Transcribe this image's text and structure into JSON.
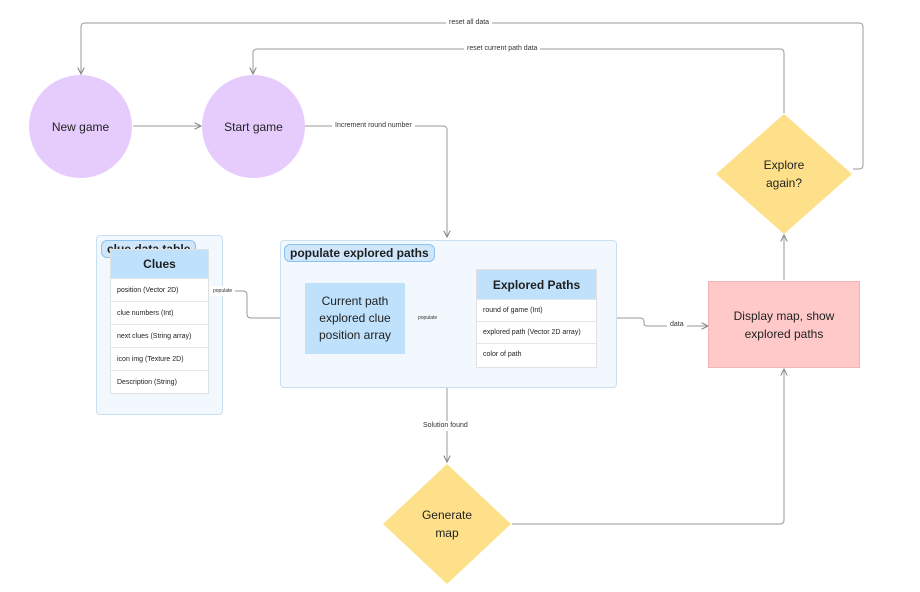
{
  "nodes": {
    "new_game": "New game",
    "start_game": "Start game",
    "explore_again_line1": "Explore",
    "explore_again_line2": "again?",
    "display_map_line1": "Display map, show",
    "display_map_line2": "explored paths",
    "generate_map_line1": "Generate",
    "generate_map_line2": "map",
    "current_path_line1": "Current path",
    "current_path_line2": "explored clue",
    "current_path_line3": "position array"
  },
  "edges": {
    "reset_all": "reset all data",
    "reset_current": "reset current path data",
    "increment_round": "Increment round number",
    "solution_found": "Solution found",
    "data": "data",
    "populate_1": "populate",
    "populate_2": "populate"
  },
  "sections": {
    "clue_section_title": "clue data table",
    "explored_section_title": "populate explored paths"
  },
  "tables": {
    "clues": {
      "title": "Clues",
      "rows": [
        "position (Vector 2D)",
        "clue numbers (Int)",
        "next clues (String array)",
        "icon img (Texture 2D)",
        "Description (String)"
      ]
    },
    "explored_paths": {
      "title": "Explored Paths",
      "rows": [
        "round of game (Int)",
        "explored path (Vector 2D array)",
        "color of path"
      ]
    }
  },
  "colors": {
    "circle": "#e6ccfd",
    "diamond": "#ffe08a",
    "table_header": "#bfe1fb",
    "display_box": "#ffc9c9",
    "line": "#9a9a9a"
  }
}
